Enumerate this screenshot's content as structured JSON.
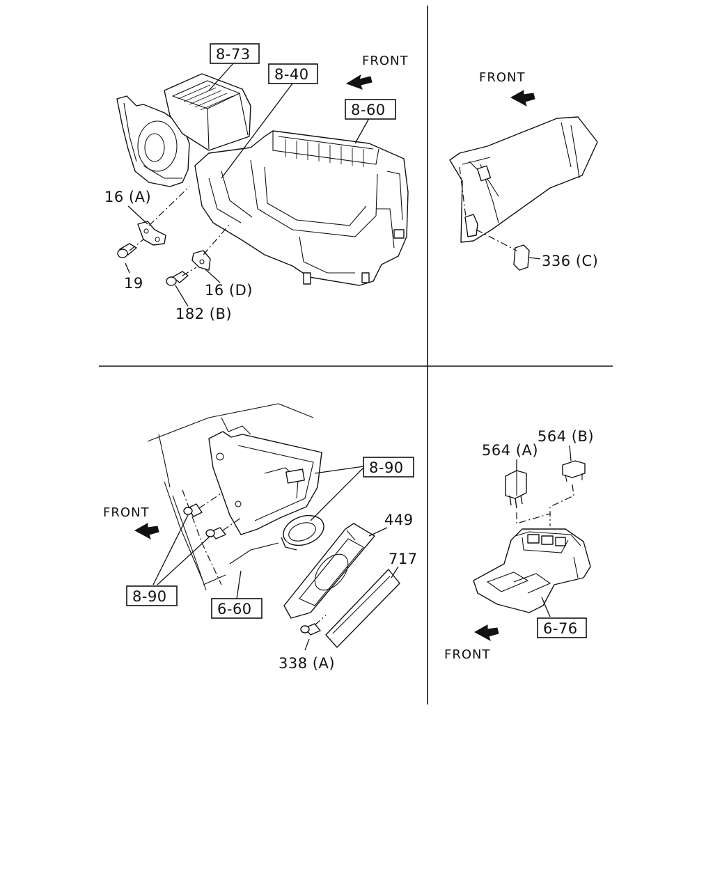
{
  "panels": {
    "top_left": {
      "front_label": "FRONT",
      "ref_8_73": "8-73",
      "ref_8_40": "8-40",
      "ref_8_60": "8-60",
      "part_16a": "16 (A)",
      "part_19": "19",
      "part_16d": "16 (D)",
      "part_182b": "182 (B)"
    },
    "top_right": {
      "front_label": "FRONT",
      "part_336c": "336 (C)"
    },
    "bottom_left": {
      "front_label": "FRONT",
      "ref_8_90_top": "8-90",
      "ref_8_90_bottom": "8-90",
      "ref_6_60": "6-60",
      "part_449": "449",
      "part_717": "717",
      "part_338a": "338 (A)"
    },
    "bottom_right": {
      "front_label": "FRONT",
      "part_564a": "564 (A)",
      "part_564b": "564 (B)",
      "ref_6_76": "6-76"
    }
  },
  "icons": {
    "direction_arrow": "front-arrow-icon"
  }
}
